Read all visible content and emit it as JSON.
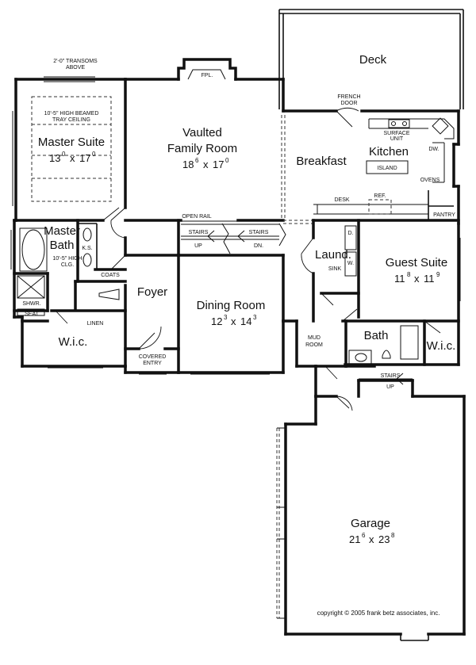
{
  "rooms": {
    "master_suite": {
      "name": "Master Suite",
      "w_ft": "13",
      "w_in": "0",
      "l_ft": "17",
      "l_in": "0",
      "x": "x"
    },
    "family_room": {
      "line1": "Vaulted",
      "line2": "Family Room",
      "w_ft": "18",
      "w_in": "6",
      "l_ft": "17",
      "l_in": "0",
      "x": "x"
    },
    "breakfast": {
      "name": "Breakfast"
    },
    "kitchen": {
      "name": "Kitchen"
    },
    "deck": {
      "name": "Deck"
    },
    "master_bath": {
      "line1": "Master",
      "line2": "Bath"
    },
    "foyer": {
      "name": "Foyer"
    },
    "dining_room": {
      "name": "Dining Room",
      "w_ft": "12",
      "w_in": "3",
      "l_ft": "14",
      "l_in": "3",
      "x": "x"
    },
    "laundry": {
      "name": "Laund."
    },
    "guest_suite": {
      "name": "Guest Suite",
      "w_ft": "11",
      "w_in": "8",
      "l_ft": "11",
      "l_in": "9",
      "x": "x"
    },
    "bath": {
      "name": "Bath"
    },
    "wic_master": {
      "name": "W.i.c."
    },
    "wic_guest": {
      "name": "W.i.c."
    },
    "garage": {
      "name": "Garage",
      "w_ft": "21",
      "w_in": "6",
      "l_ft": "23",
      "l_in": "8",
      "x": "x"
    }
  },
  "labels": {
    "transoms_1": "2'-0\" TRANSOMS",
    "transoms_2": "ABOVE",
    "tray_1": "10'-5\" HIGH BEAMED",
    "tray_2": "TRAY CEILING",
    "fpl": "FPL.",
    "french_1": "FRENCH",
    "french_2": "DOOR",
    "surface_1": "SURFACE",
    "surface_2": "UNIT",
    "dw": "DW.",
    "island": "ISLAND",
    "ovens": "OVENS",
    "desk": "DESK",
    "ref": "REF.",
    "pantry": "PANTRY",
    "open_rail": "OPEN RAIL",
    "stairs_up_1": "STAIRS",
    "stairs_up_2": "UP",
    "stairs_dn_1": "STAIRS",
    "stairs_dn_2": "DN.",
    "ks": "K.S.",
    "clg_1": "10'-5\" HIGH",
    "clg_2": "CLG.",
    "coats": "COATS",
    "shwr": "SHWR.",
    "seat": "SEAT",
    "linen": "LINEN",
    "d": "D.",
    "w": "W.",
    "sink": "SINK",
    "mud_1": "MUD",
    "mud_2": "ROOM",
    "covered_1": "COVERED",
    "covered_2": "ENTRY",
    "stairs2_1": "STAIRS",
    "stairs2_2": "UP",
    "copyright": "copyright © 2005 frank betz associates, inc."
  }
}
